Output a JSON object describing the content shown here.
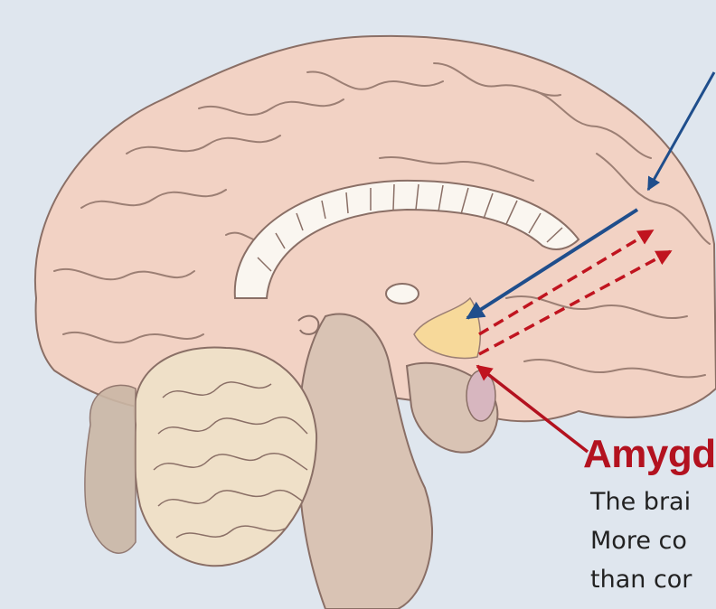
{
  "labels": {
    "amygdala_title": "Amygd",
    "desc_line_1": "The brai",
    "desc_line_2": "More co",
    "desc_line_3": "than cor"
  },
  "colors": {
    "background": "#dfe6ee",
    "cortex": "#f2d2c4",
    "amygdala_region": "#f7d99a",
    "brainstem": "#d9c3b4",
    "cerebellum": "#efe0c8",
    "solid_arrow": "#1f4e8c",
    "highlight_arrow": "#b3121f",
    "dashed_connection": "#c0141f"
  },
  "icons": {
    "arrows": [
      "solid-blue-arrow",
      "dashed-red-double-arrow",
      "solid-red-pointer"
    ]
  }
}
